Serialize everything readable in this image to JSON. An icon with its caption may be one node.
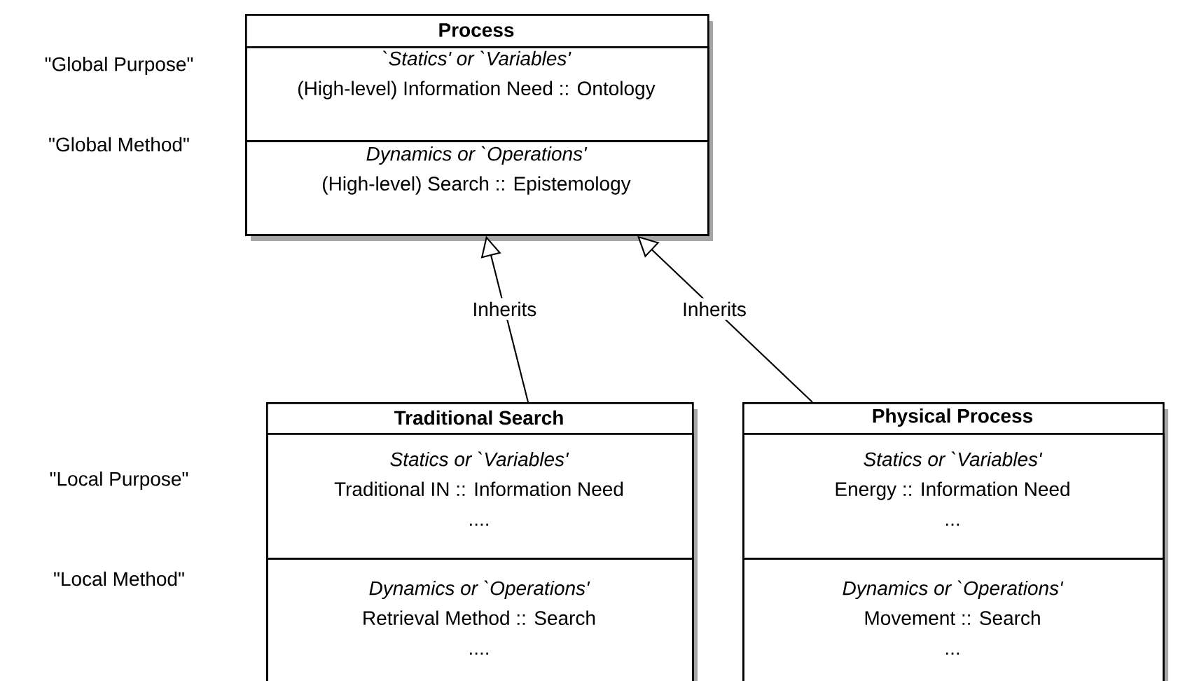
{
  "diagram": {
    "nodes": [
      {
        "text": [
          "Process"
        ]
      },
      {
        "text": [
          "`Statics' or `Variables'",
          "(High-level) Information Need :: Ontology"
        ],
        "in": 0
      },
      {
        "text": [
          "Dynamics or `Operations'",
          "(High-level) Search :: Epistemology"
        ],
        "in": 0
      },
      {
        "text": [
          "Traditional Search"
        ]
      },
      {
        "text": [
          "Statics or `Variables'",
          "Traditional IN :: Information Need",
          "...."
        ],
        "in": 3
      },
      {
        "text": [
          "Dynamics or `Operations'",
          "Retrieval Method :: Search",
          "...."
        ],
        "in": 3
      },
      {
        "text": [
          "Physical Process"
        ]
      },
      {
        "text": [
          "Statics or `Variables'",
          "Energy :: Information Need",
          "..."
        ],
        "in": 6
      },
      {
        "text": [
          "Dynamics or `Operations'",
          "Movement :: Search",
          "..."
        ],
        "in": 6
      }
    ],
    "edges": [
      {
        "from": 3,
        "to": 0,
        "arrow": "to",
        "label": "Inherits"
      },
      {
        "from": 6,
        "to": 0,
        "arrow": "to",
        "label": "Inherits"
      }
    ],
    "labels": [
      "\"Global Purpose\"",
      "\"Global Method\"",
      "\"Local Purpose\"",
      "\"Local Method\""
    ]
  }
}
